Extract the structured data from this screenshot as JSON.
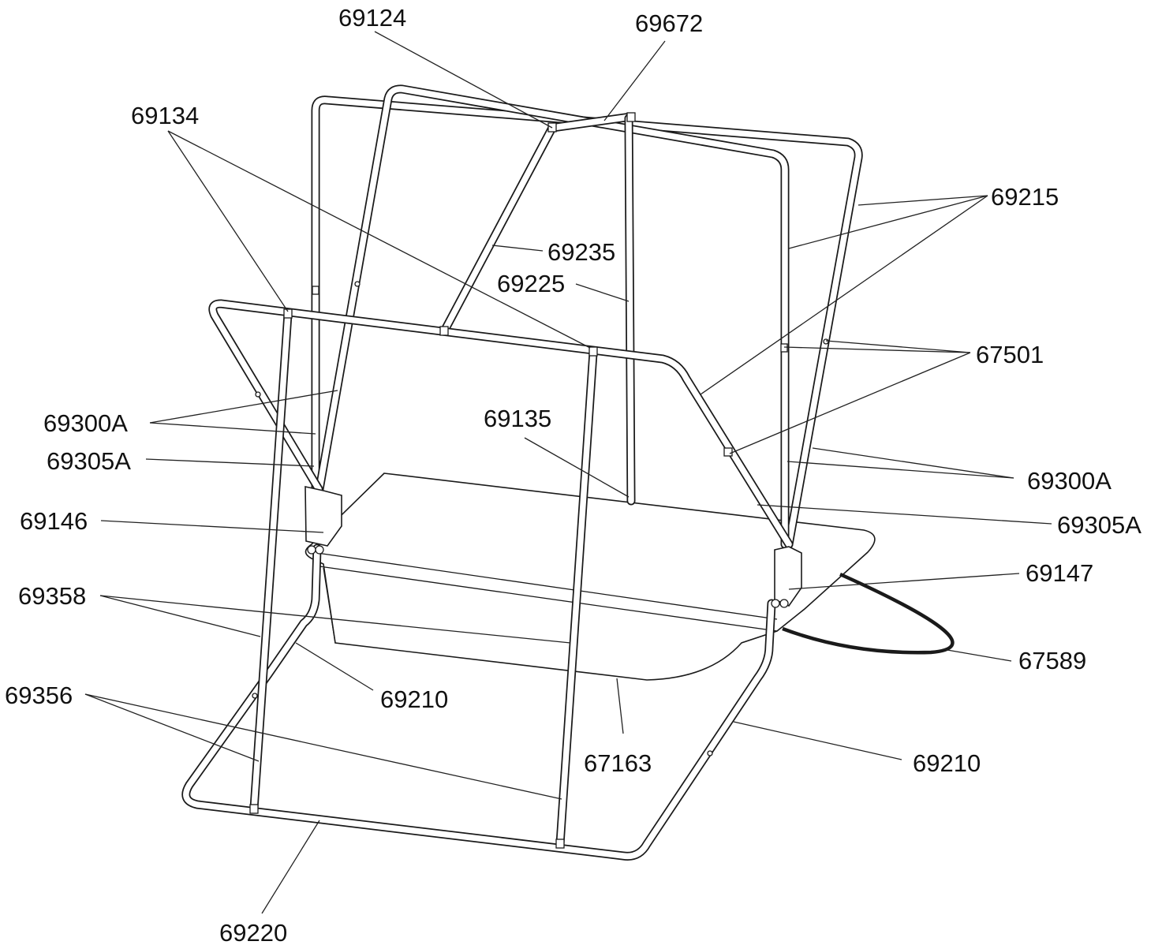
{
  "callouts": [
    {
      "id": "69124",
      "text": "69124"
    },
    {
      "id": "69672",
      "text": "69672"
    },
    {
      "id": "69134",
      "text": "69134"
    },
    {
      "id": "69215",
      "text": "69215"
    },
    {
      "id": "69235",
      "text": "69235"
    },
    {
      "id": "69225",
      "text": "69225"
    },
    {
      "id": "67501",
      "text": "67501"
    },
    {
      "id": "69300A-left",
      "text": "69300A"
    },
    {
      "id": "69135",
      "text": "69135"
    },
    {
      "id": "69305A-left",
      "text": "69305A"
    },
    {
      "id": "69300A-right",
      "text": "69300A"
    },
    {
      "id": "69146",
      "text": "69146"
    },
    {
      "id": "69305A-right",
      "text": "69305A"
    },
    {
      "id": "69147",
      "text": "69147"
    },
    {
      "id": "69358",
      "text": "69358"
    },
    {
      "id": "67589",
      "text": "67589"
    },
    {
      "id": "69356",
      "text": "69356"
    },
    {
      "id": "69210-left",
      "text": "69210"
    },
    {
      "id": "69210-right",
      "text": "69210"
    },
    {
      "id": "67163",
      "text": "67163"
    },
    {
      "id": "69220",
      "text": "69220"
    }
  ]
}
